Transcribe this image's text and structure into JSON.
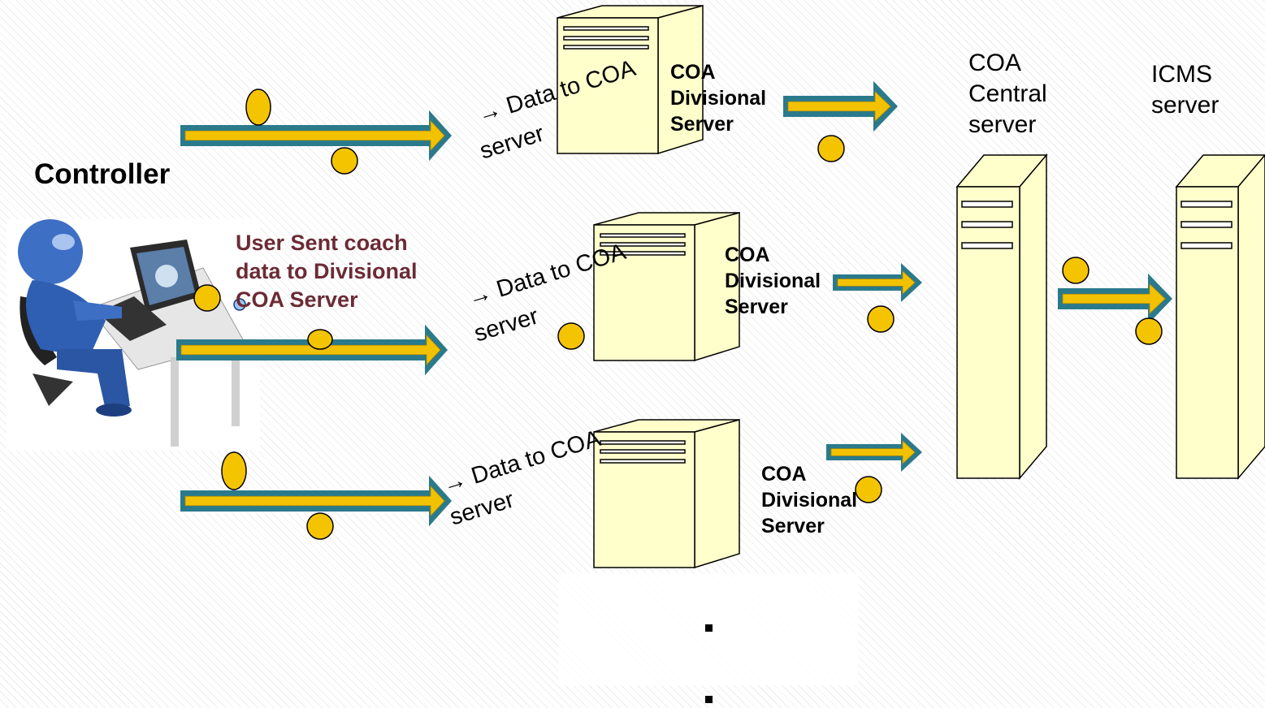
{
  "labels": {
    "controller": "Controller",
    "user_sent": "User Sent coach data to Divisional COA Server",
    "data_to_coa_1": "→ Data to COA",
    "server_1": "server",
    "data_to_coa_2": "→ Data to COA",
    "server_2": "server",
    "data_to_coa_3": "→ Data to COA",
    "server_3": "server",
    "divisional_server_1": "COA Divisional Server",
    "divisional_server_2": "COA Divisional Server",
    "divisional_server_3": "COA Divisional Server",
    "central_server": "COA Central server",
    "icms_server": "ICMS server"
  },
  "colors": {
    "arrow_outer": "#2a7a8c",
    "arrow_inner": "#f2c200",
    "server_fill": "#ffffcc",
    "token": "#f5c400",
    "user_text": "#6b2b35"
  },
  "icons": {
    "controller_figure": "person-at-computer-icon",
    "server": "server-tower-icon",
    "token": "data-token-icon"
  }
}
